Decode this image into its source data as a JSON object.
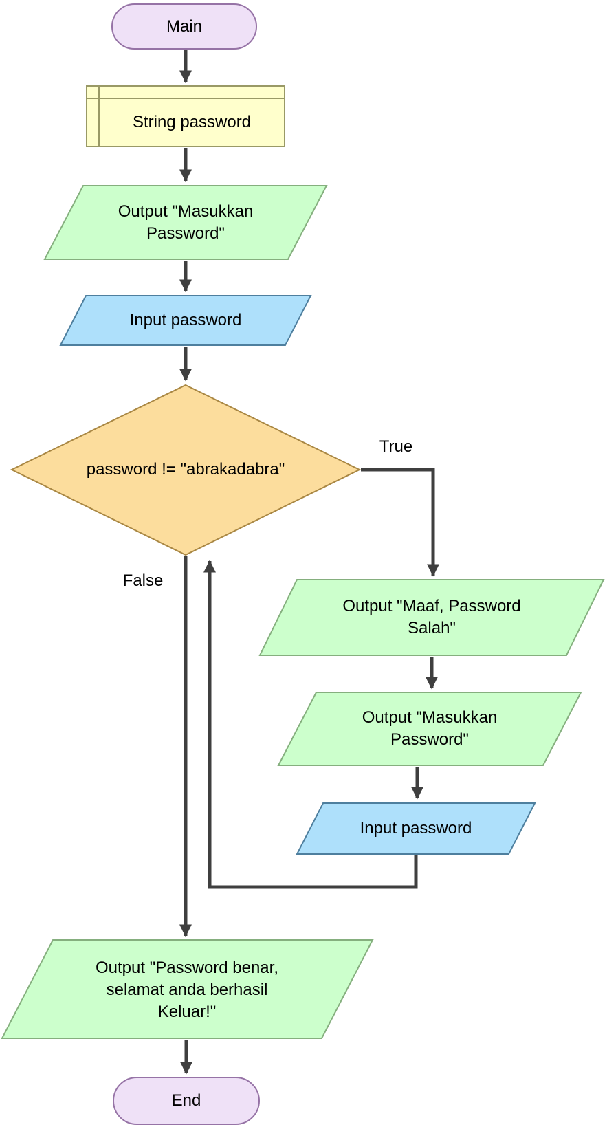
{
  "diagram": {
    "type": "flowchart",
    "nodes": [
      {
        "id": "main",
        "shape": "terminator",
        "label": "Main"
      },
      {
        "id": "declare-password",
        "shape": "internal-storage",
        "label": "String password"
      },
      {
        "id": "output-masukkan-1",
        "shape": "parallelogram-output",
        "label": "Output \"Masukkan Password\""
      },
      {
        "id": "input-password-1",
        "shape": "parallelogram-input",
        "label": "Input password"
      },
      {
        "id": "check-password",
        "shape": "decision",
        "label": "password != \"abrakadabra\""
      },
      {
        "id": "output-maaf",
        "shape": "parallelogram-output",
        "label": "Output \"Maaf, Password Salah\""
      },
      {
        "id": "output-masukkan-2",
        "shape": "parallelogram-output",
        "label": "Output \"Masukkan Password\""
      },
      {
        "id": "input-password-2",
        "shape": "parallelogram-input",
        "label": "Input password"
      },
      {
        "id": "output-benar",
        "shape": "parallelogram-output",
        "label": "Output \"Password benar, selamat anda berhasil Keluar!\""
      },
      {
        "id": "end",
        "shape": "terminator",
        "label": "End"
      }
    ],
    "edges": [
      {
        "from": "main",
        "to": "declare-password",
        "label": ""
      },
      {
        "from": "declare-password",
        "to": "output-masukkan-1",
        "label": ""
      },
      {
        "from": "output-masukkan-1",
        "to": "input-password-1",
        "label": ""
      },
      {
        "from": "input-password-1",
        "to": "check-password",
        "label": ""
      },
      {
        "from": "check-password",
        "to": "output-maaf",
        "label": "True"
      },
      {
        "from": "output-maaf",
        "to": "output-masukkan-2",
        "label": ""
      },
      {
        "from": "output-masukkan-2",
        "to": "input-password-2",
        "label": ""
      },
      {
        "from": "input-password-2",
        "to": "check-password",
        "label": ""
      },
      {
        "from": "check-password",
        "to": "output-benar",
        "label": "False"
      },
      {
        "from": "output-benar",
        "to": "end",
        "label": ""
      }
    ],
    "colors": {
      "terminator_fill": "#EFE1F7",
      "terminator_stroke": "#9673A6",
      "declaration_fill": "#FFFFCC",
      "declaration_stroke": "#999966",
      "output_fill": "#CCFFCC",
      "output_stroke": "#85AF7E",
      "input_fill": "#AEE0FB",
      "input_stroke": "#4E7F9E",
      "decision_fill": "#FCDD9D",
      "decision_stroke": "#A98743",
      "connector": "#3F3F3F",
      "text": "#000000"
    }
  }
}
